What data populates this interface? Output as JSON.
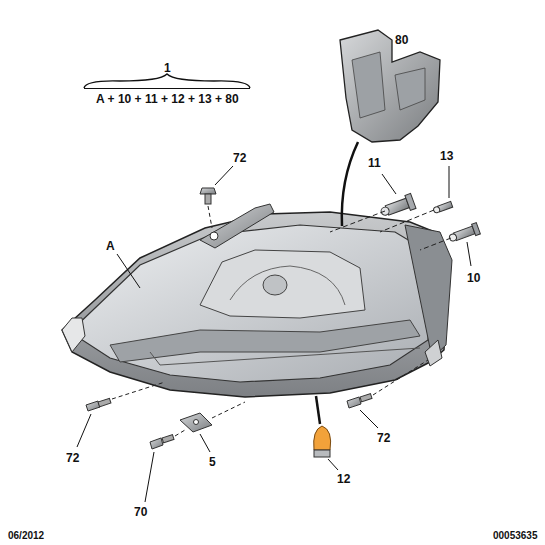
{
  "diagram": {
    "labels": [
      "1",
      "A + 10 + 11 + 12 + 13 + 80",
      "80",
      "72",
      "11",
      "13",
      "A",
      "10",
      "72",
      "72",
      "5",
      "70",
      "12",
      "06/2012",
      "00053635"
    ]
  }
}
